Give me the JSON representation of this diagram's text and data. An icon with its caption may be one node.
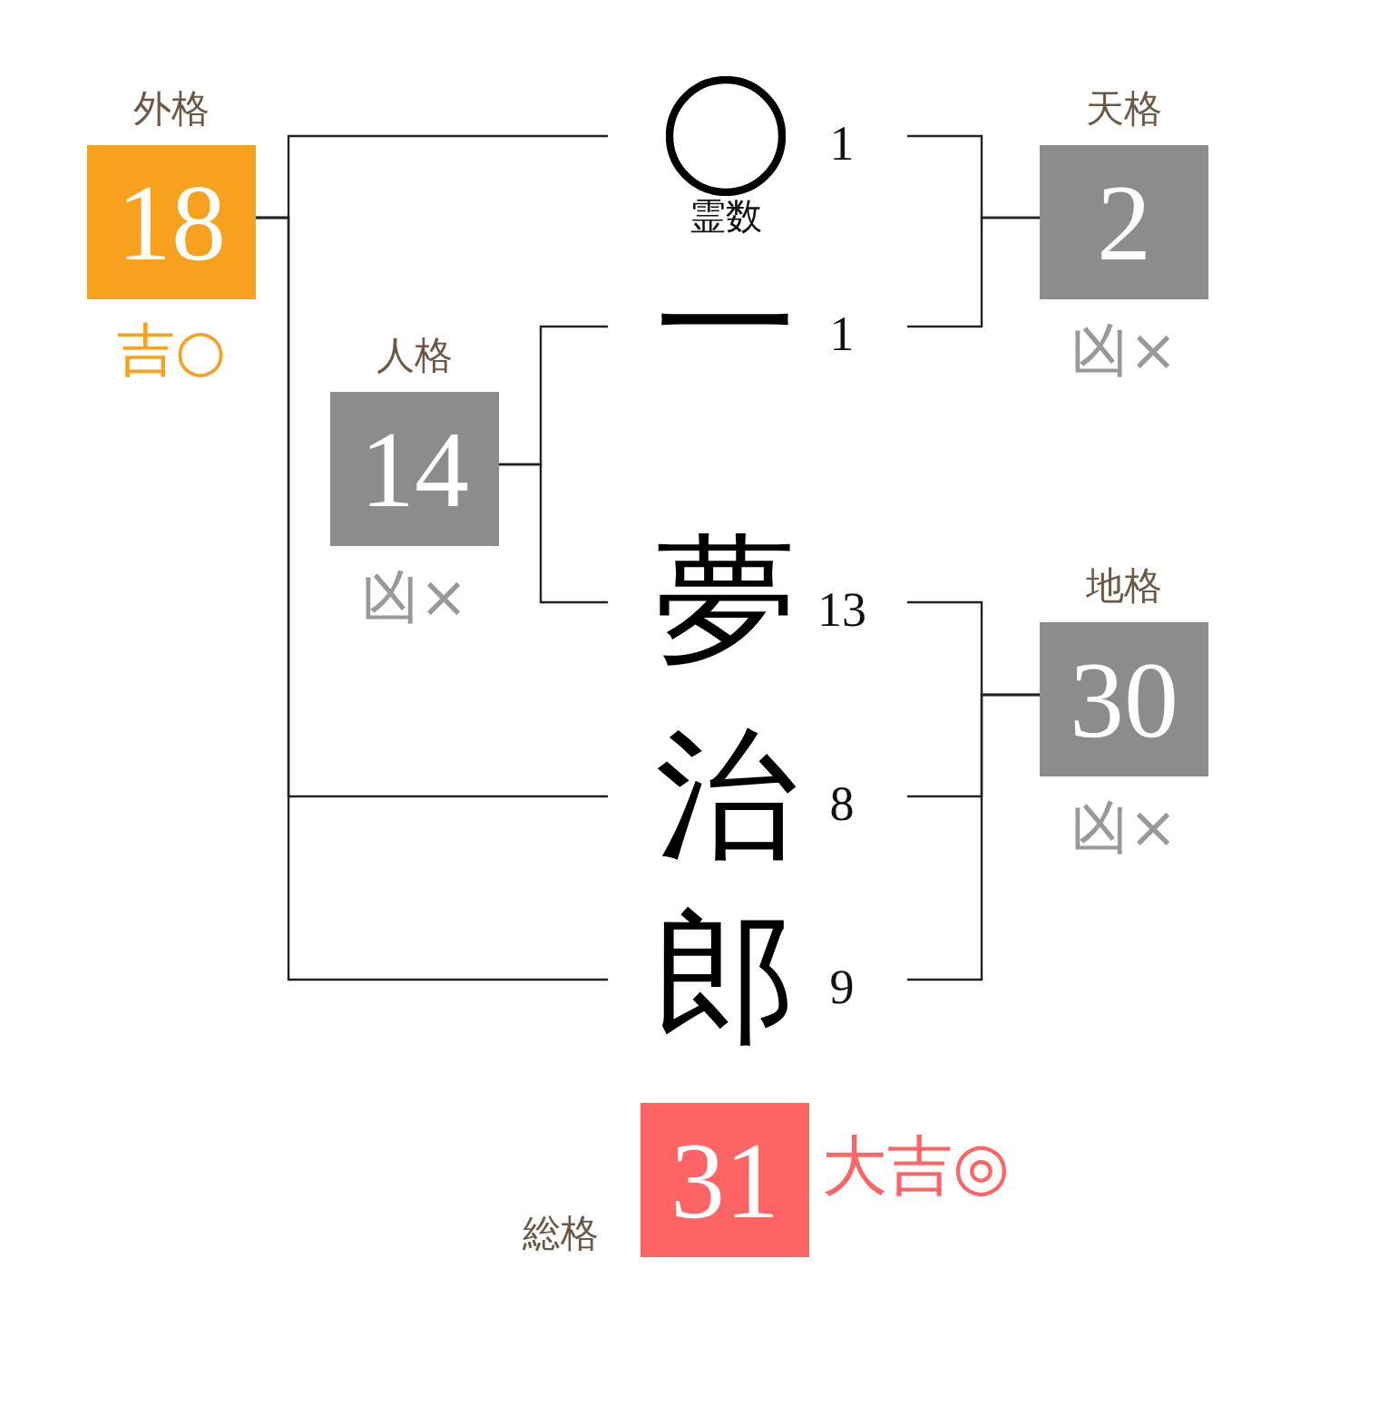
{
  "diagram": {
    "nodes": [
      {
        "text": [
          "外格",
          "18"
        ],
        "beside": [
          "吉○"
        ]
      },
      {
        "text": [
          "霊数"
        ],
        "beside": [
          "1"
        ]
      },
      {
        "text": [
          "天格",
          "2"
        ],
        "beside": [
          "凶×"
        ]
      },
      {
        "text": [
          "一"
        ],
        "beside": [
          "1"
        ]
      },
      {
        "text": [
          "人格",
          "14"
        ],
        "beside": [
          "凶×"
        ]
      },
      {
        "text": [
          "夢"
        ],
        "beside": [
          "13"
        ]
      },
      {
        "text": [
          "地格",
          "30"
        ],
        "beside": [
          "凶×"
        ]
      },
      {
        "text": [
          "治"
        ],
        "beside": [
          "8"
        ]
      },
      {
        "text": [
          "郎"
        ],
        "beside": [
          "9"
        ]
      },
      {
        "text": [
          "総格",
          "31"
        ],
        "beside": [
          "大吉◎"
        ]
      }
    ],
    "edges": [
      {
        "from": 0,
        "to": 1,
        "arrow": "none"
      },
      {
        "from": 0,
        "to": 7,
        "arrow": "none"
      },
      {
        "from": 0,
        "to": 8,
        "arrow": "none"
      },
      {
        "from": 2,
        "to": 1,
        "arrow": "none"
      },
      {
        "from": 2,
        "to": 3,
        "arrow": "none"
      },
      {
        "from": 4,
        "to": 3,
        "arrow": "none"
      },
      {
        "from": 4,
        "to": 5,
        "arrow": "none"
      },
      {
        "from": 6,
        "to": 5,
        "arrow": "none"
      },
      {
        "from": 6,
        "to": 7,
        "arrow": "none"
      },
      {
        "from": 6,
        "to": 8,
        "arrow": "none"
      }
    ]
  }
}
